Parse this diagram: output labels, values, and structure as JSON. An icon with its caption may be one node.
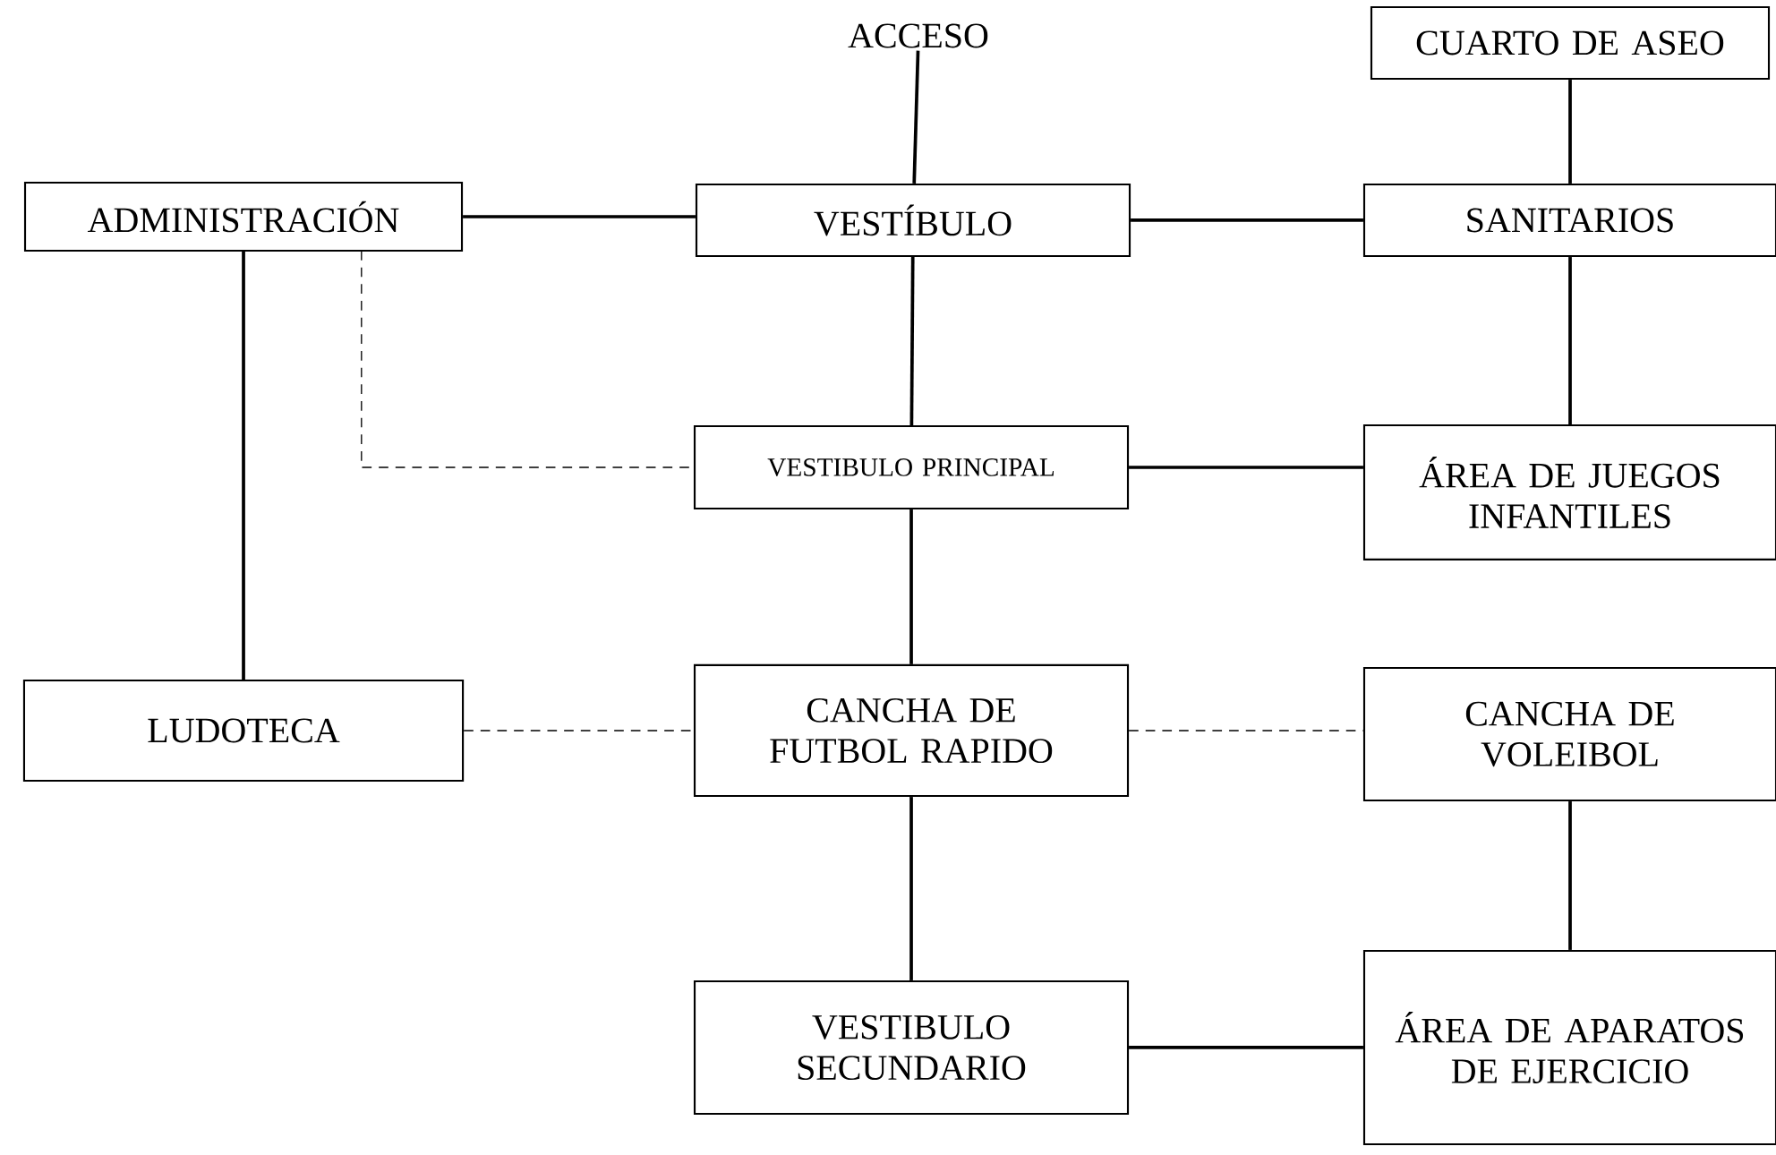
{
  "diagram": {
    "nodes": [
      {
        "text": [
          "ACCESO"
        ]
      },
      {
        "text": [
          "CUARTO DE ASEO"
        ]
      },
      {
        "text": [
          "ADMINISTRACIÓN"
        ]
      },
      {
        "text": [
          "VESTÍBULO"
        ]
      },
      {
        "text": [
          "SANITARIOS"
        ]
      },
      {
        "text": [
          "VESTIBULO PRINCIPAL"
        ]
      },
      {
        "text": [
          "ÁREA DE JUEGOS INFANTILES"
        ]
      },
      {
        "text": [
          "LUDOTECA"
        ]
      },
      {
        "text": [
          "CANCHA DE FUTBOL RAPIDO"
        ]
      },
      {
        "text": [
          "CANCHA DE VOLEIBOL"
        ]
      },
      {
        "text": [
          "VESTIBULO SECUNDARIO"
        ]
      },
      {
        "text": [
          "ÁREA DE APARATOS DE EJERCICIO"
        ]
      }
    ],
    "edges": [
      {
        "from": 0,
        "to": 3,
        "arrow": "none"
      },
      {
        "from": 1,
        "to": 4,
        "arrow": "none"
      },
      {
        "from": 2,
        "to": 3,
        "arrow": "none"
      },
      {
        "from": 3,
        "to": 4,
        "arrow": "none"
      },
      {
        "from": 3,
        "to": 5,
        "arrow": "none"
      },
      {
        "from": 2,
        "to": 5,
        "arrow": "none",
        "style": "dashed"
      },
      {
        "from": 4,
        "to": 6,
        "arrow": "none"
      },
      {
        "from": 5,
        "to": 6,
        "arrow": "none"
      },
      {
        "from": 2,
        "to": 7,
        "arrow": "none"
      },
      {
        "from": 5,
        "to": 8,
        "arrow": "none"
      },
      {
        "from": 7,
        "to": 8,
        "arrow": "none",
        "style": "dashed"
      },
      {
        "from": 8,
        "to": 9,
        "arrow": "none",
        "style": "dashed"
      },
      {
        "from": 8,
        "to": 10,
        "arrow": "none"
      },
      {
        "from": 9,
        "to": 11,
        "arrow": "none"
      },
      {
        "from": 10,
        "to": 11,
        "arrow": "none"
      }
    ]
  }
}
